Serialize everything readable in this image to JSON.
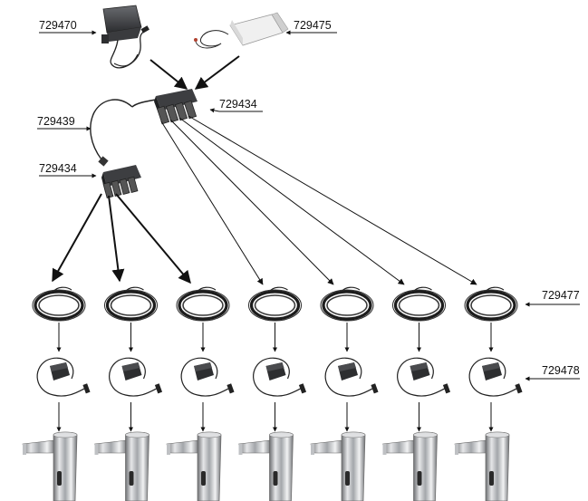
{
  "labels": {
    "power_adapter": "729470",
    "battery_box": "729475",
    "distributor_top": "729434",
    "extension_cable": "729439",
    "distributor_bottom": "729434",
    "cable_coil": "729477",
    "sensor_module": "729478"
  },
  "taps": {
    "count": 7
  }
}
